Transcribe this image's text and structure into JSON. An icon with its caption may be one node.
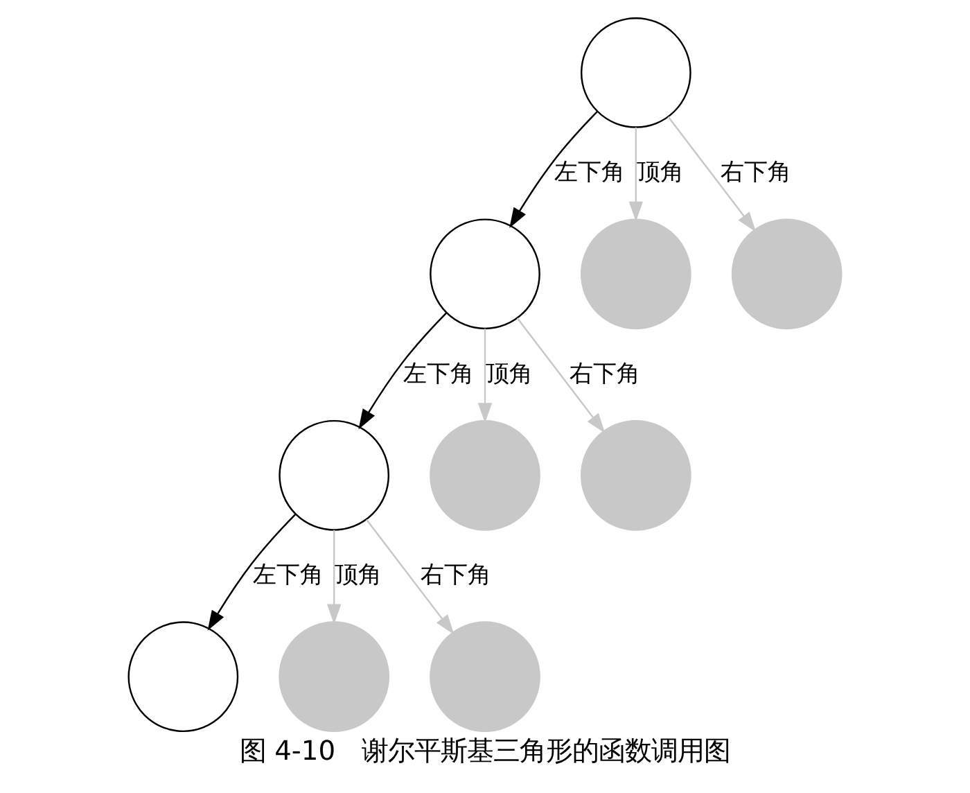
{
  "diagram": {
    "caption": "图 4-10　谢尔平斯基三角形的函数调用图",
    "nodes": [
      {
        "text": [],
        "shape": "circle"
      },
      {
        "text": [],
        "shape": "circle"
      },
      {
        "text": [],
        "shape": "circle"
      },
      {
        "text": [],
        "shape": "circle"
      },
      {
        "text": [],
        "shape": "circle"
      },
      {
        "text": [],
        "shape": "circle"
      },
      {
        "text": [],
        "shape": "circle"
      },
      {
        "text": [],
        "shape": "circle"
      },
      {
        "text": [],
        "shape": "circle"
      },
      {
        "text": [],
        "shape": "circle"
      }
    ],
    "edges": [
      {
        "from": 0,
        "to": 1,
        "arrow": "to",
        "label": "左下角",
        "color": "#000000"
      },
      {
        "from": 0,
        "to": 2,
        "arrow": "to",
        "label": "顶角"
      },
      {
        "from": 0,
        "to": 3,
        "arrow": "to",
        "label": "右下角"
      },
      {
        "from": 1,
        "to": 4,
        "arrow": "to",
        "label": "左下角",
        "color": "#000000"
      },
      {
        "from": 1,
        "to": 5,
        "arrow": "to",
        "label": "顶角"
      },
      {
        "from": 1,
        "to": 6,
        "arrow": "to",
        "label": "右下角"
      },
      {
        "from": 4,
        "to": 7,
        "arrow": "to",
        "label": "左下角",
        "color": "#000000"
      },
      {
        "from": 4,
        "to": 8,
        "arrow": "to",
        "label": "顶角"
      },
      {
        "from": 4,
        "to": 9,
        "arrow": "to",
        "label": "右下角"
      }
    ]
  }
}
